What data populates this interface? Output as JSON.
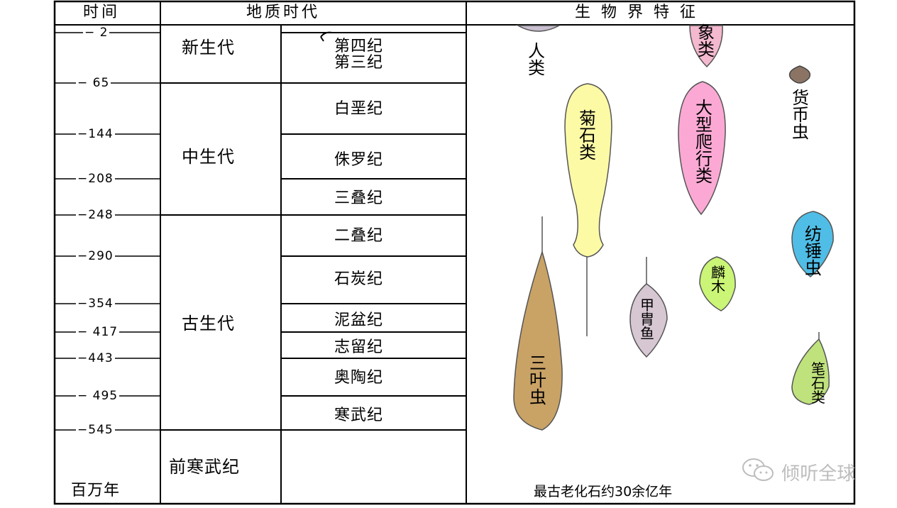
{
  "headers": {
    "time": "时间",
    "period": "地质时代",
    "life": "生 物 界 特 征"
  },
  "ticks": [
    "2",
    "65",
    "144",
    "208",
    "248",
    "290",
    "354",
    "417",
    "443",
    "495",
    "545"
  ],
  "time_unit": "百万年",
  "eras": [
    {
      "name": "新生代"
    },
    {
      "name": "中生代"
    },
    {
      "name": "古生代"
    },
    {
      "name": "前寒武纪"
    }
  ],
  "periods": [
    {
      "name": "第四纪"
    },
    {
      "name": "第三纪"
    },
    {
      "name": "白垩纪"
    },
    {
      "name": "侏罗纪"
    },
    {
      "name": "三叠纪"
    },
    {
      "name": "二叠纪"
    },
    {
      "name": "石炭纪"
    },
    {
      "name": "泥盆纪"
    },
    {
      "name": "志留纪"
    },
    {
      "name": "奥陶纪"
    },
    {
      "name": "寒武纪"
    }
  ],
  "organisms": [
    {
      "name": "人类",
      "color": "#c9bfd1"
    },
    {
      "name": "象类",
      "color": "#f4b8cf"
    },
    {
      "name": "货币虫",
      "color": "#8c7464"
    },
    {
      "name": "菊石类",
      "color": "#fdfaa6"
    },
    {
      "name": "大型爬行类",
      "color": "#fba9d4"
    },
    {
      "name": "纺锤虫",
      "color": "#4fbde6"
    },
    {
      "name": "麟木",
      "color": "#caf576"
    },
    {
      "name": "甲胄鱼",
      "color": "#d6c7d3"
    },
    {
      "name": "三叶虫",
      "color": "#c9a266"
    },
    {
      "name": "笔石类",
      "color": "#bfe27d"
    }
  ],
  "footer": "最古老化石约30余亿年",
  "watermark": "倾听全球"
}
